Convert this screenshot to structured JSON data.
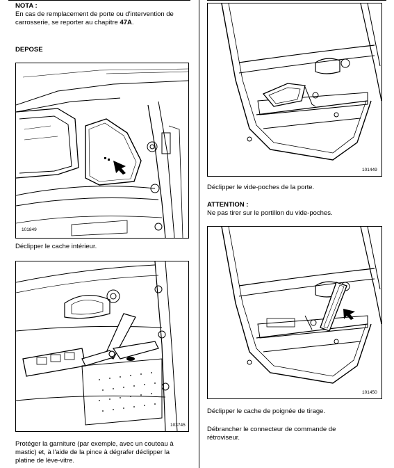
{
  "left": {
    "nota_title": "NOTA :",
    "nota_line1": "En cas de remplacement de porte ou d'intervention de",
    "nota_line2_prefix": "carrosserie, se reporter au chapitre ",
    "nota_chapter": "47A",
    "nota_line2_suffix": ".",
    "depose_title": "DEPOSE",
    "fig1_number": "101849",
    "caption1": "Déclipper le cache intérieur.",
    "fig2_number": "103745",
    "caption2_line1": "Protéger la garniture (par exemple, avec un couteau à",
    "caption2_line2": "mastic) et, à l'aide de la pince à dégrafer déclipper la",
    "caption2_line3": "platine de lève-vitre."
  },
  "right": {
    "fig3_number": "101449",
    "caption3": "Déclipper le vide-poches de la porte.",
    "attention_title": "ATTENTION :",
    "attention_text": "Ne pas tirer sur le portillon du vide-poches.",
    "fig4_number": "101450",
    "caption4": "Déclipper le cache de poignée de tirage.",
    "caption5_line1": "Débrancher le connecteur de commande de",
    "caption5_line2": "rétroviseur."
  }
}
